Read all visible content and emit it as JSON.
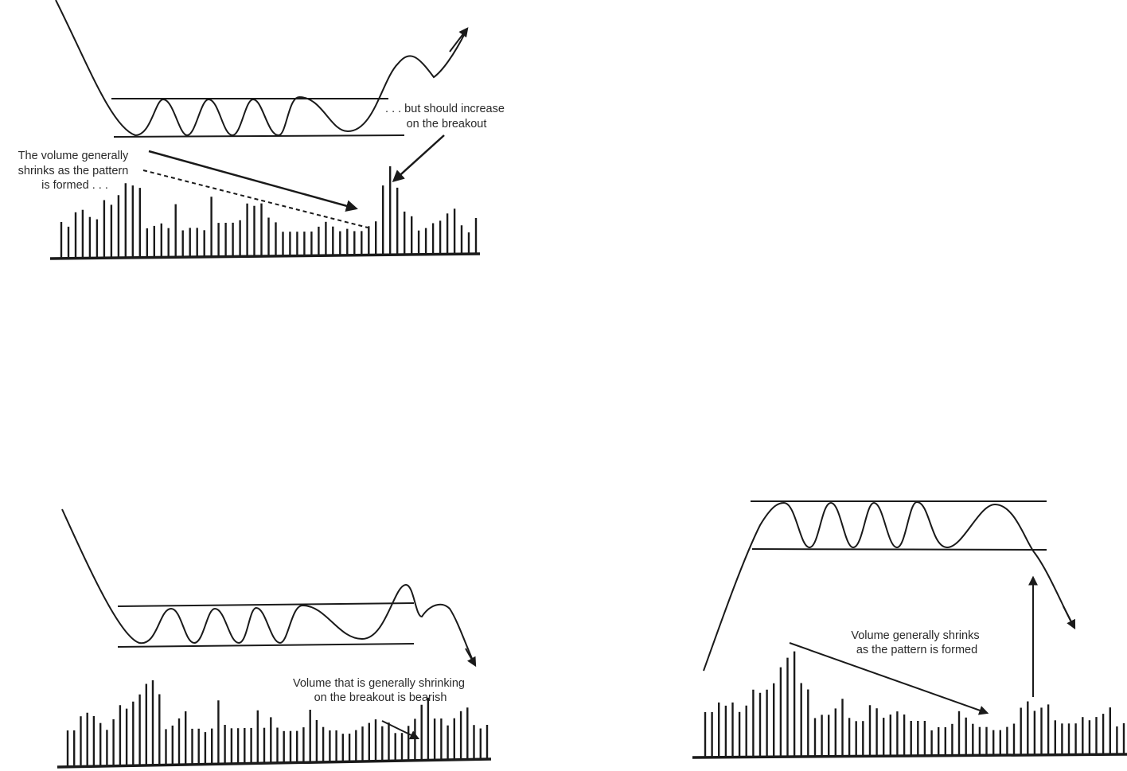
{
  "panels": [
    {
      "id": "top-left",
      "annotations": [
        {
          "key": "shrink",
          "lines": [
            "The volume generally",
            "shrinks as the pattern",
            "is formed . . ."
          ]
        },
        {
          "key": "increase",
          "lines": [
            ". . . but should increase",
            "on the breakout"
          ]
        }
      ],
      "volume_bars": [
        15,
        13,
        19,
        20,
        17,
        16,
        24,
        22,
        26,
        31,
        30,
        29,
        12,
        13,
        14,
        12,
        22,
        11,
        12,
        12,
        11,
        25,
        14,
        14,
        14,
        15,
        22,
        21,
        22,
        16,
        14,
        10,
        10,
        10,
        10,
        10,
        12,
        14,
        12,
        10,
        11,
        10,
        10,
        12,
        14,
        29,
        37,
        28,
        18,
        16,
        10,
        11,
        13,
        14,
        17,
        19,
        12,
        9,
        15
      ]
    },
    {
      "id": "bottom-left",
      "annotations": [
        {
          "key": "bearish",
          "lines": [
            "Volume that is generally shrinking",
            "on the breakout is bearish"
          ]
        }
      ],
      "volume_bars": [
        10,
        10,
        14,
        15,
        14,
        12,
        10,
        13,
        17,
        16,
        18,
        20,
        23,
        24,
        20,
        10,
        11,
        13,
        15,
        10,
        10,
        9,
        10,
        18,
        11,
        10,
        10,
        10,
        10,
        15,
        10,
        13,
        10,
        9,
        9,
        9,
        10,
        15,
        12,
        10,
        9,
        9,
        8,
        8,
        9,
        10,
        11,
        12,
        10,
        11,
        8,
        8,
        10,
        12,
        16,
        18,
        12,
        12,
        10,
        12,
        14,
        15,
        10,
        9,
        10
      ]
    },
    {
      "id": "bottom-right",
      "annotations": [
        {
          "key": "shrink2",
          "lines": [
            "Volume generally shrinks",
            "as the pattern is formed"
          ]
        }
      ],
      "volume_bars": [
        14,
        14,
        17,
        16,
        17,
        14,
        16,
        21,
        20,
        21,
        23,
        28,
        31,
        33,
        23,
        21,
        12,
        13,
        13,
        15,
        18,
        12,
        11,
        11,
        16,
        15,
        12,
        13,
        14,
        13,
        11,
        11,
        11,
        8,
        9,
        9,
        10,
        14,
        12,
        10,
        9,
        9,
        8,
        8,
        9,
        10,
        15,
        17,
        14,
        15,
        16,
        11,
        10,
        10,
        10,
        12,
        11,
        12,
        13,
        15,
        9,
        10
      ]
    }
  ]
}
